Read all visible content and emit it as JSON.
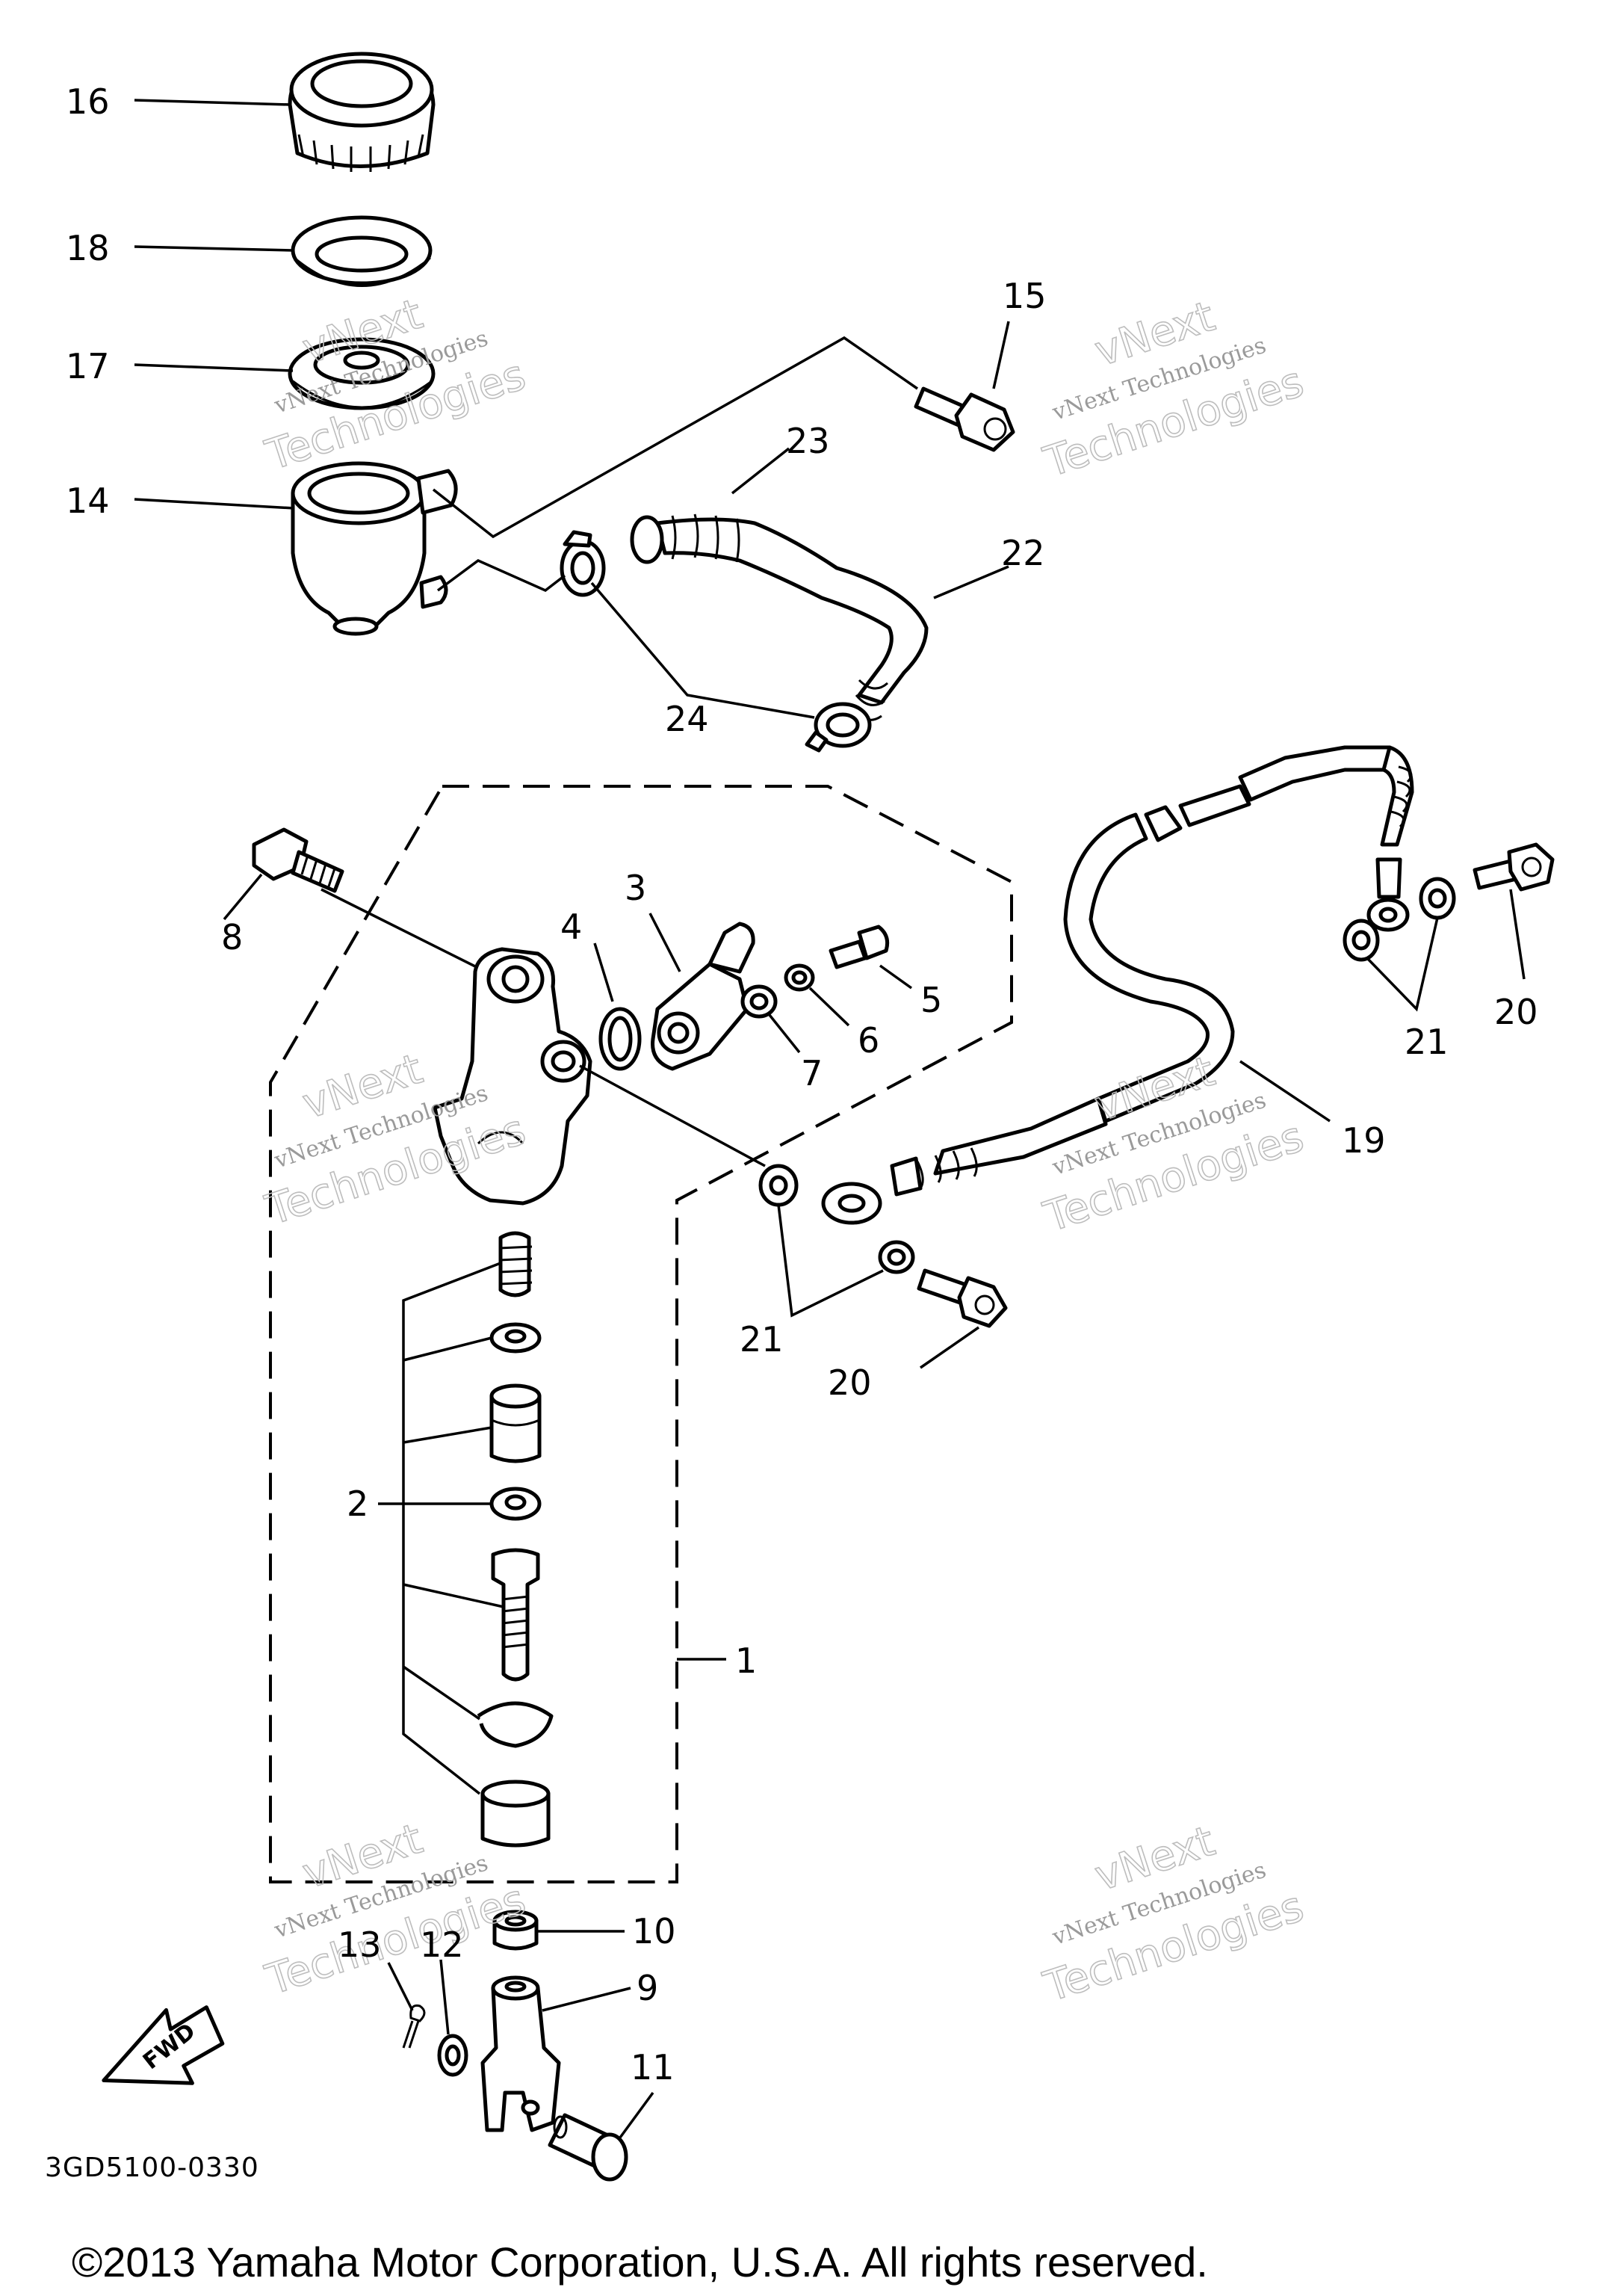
{
  "diagram": {
    "callouts": [
      {
        "id": "16",
        "label": "16"
      },
      {
        "id": "18",
        "label": "18"
      },
      {
        "id": "17",
        "label": "17"
      },
      {
        "id": "14",
        "label": "14"
      },
      {
        "id": "15",
        "label": "15"
      },
      {
        "id": "23",
        "label": "23"
      },
      {
        "id": "22",
        "label": "22"
      },
      {
        "id": "24",
        "label": "24"
      },
      {
        "id": "8",
        "label": "8"
      },
      {
        "id": "3",
        "label": "3"
      },
      {
        "id": "4",
        "label": "4"
      },
      {
        "id": "5",
        "label": "5"
      },
      {
        "id": "6",
        "label": "6"
      },
      {
        "id": "7",
        "label": "7"
      },
      {
        "id": "20a",
        "label": "20"
      },
      {
        "id": "21a",
        "label": "21"
      },
      {
        "id": "19",
        "label": "19"
      },
      {
        "id": "21b",
        "label": "21"
      },
      {
        "id": "20b",
        "label": "20"
      },
      {
        "id": "2",
        "label": "2"
      },
      {
        "id": "1",
        "label": "1"
      },
      {
        "id": "10",
        "label": "10"
      },
      {
        "id": "13",
        "label": "13"
      },
      {
        "id": "12",
        "label": "12"
      },
      {
        "id": "9",
        "label": "9"
      },
      {
        "id": "11",
        "label": "11"
      }
    ],
    "fwd_label": "FWD",
    "drawing_code": "3GD5100-0330",
    "copyright": "©2013 Yamaha Motor Corporation, U.S.A. All rights reserved.",
    "watermark": {
      "line1": "vNext",
      "line2": "vNext Technologies",
      "line3": "Technologies"
    }
  }
}
